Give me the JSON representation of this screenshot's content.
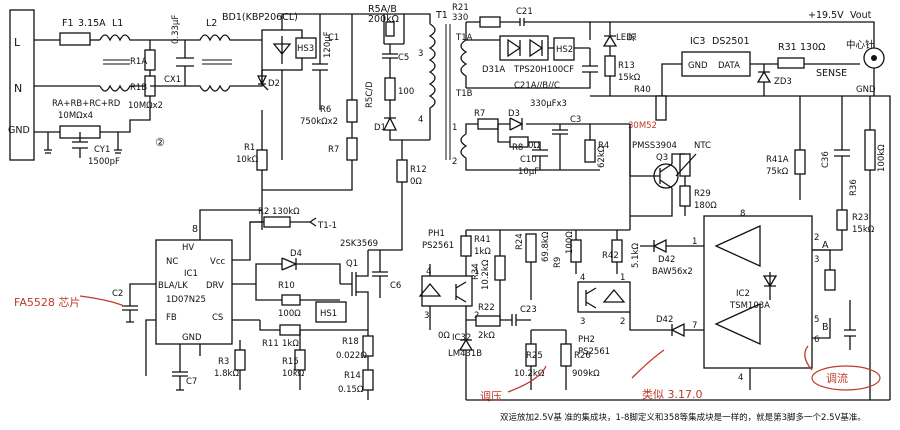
{
  "labels": {
    "L": "L",
    "N": "N",
    "GND_left": "GND",
    "F1": "F1",
    "F1_val": "3.15A",
    "L1": "L1",
    "L2": "L2",
    "R1A": "R1A",
    "R1B": "R1B",
    "R1AB_val": "10MΩx2",
    "CX1": "CX1",
    "CX1_val": "0.33μF",
    "RA_formula": "RA+RB+RC+RD",
    "RA_val": "10MΩx4",
    "CY1": "CY1",
    "CY1_val": "1500pF",
    "circle_num": "②",
    "BD1": "BD1(KBP206CL)",
    "D2": "D2",
    "R1": "R1",
    "R1_val": "10kΩ",
    "HS3": "HS3",
    "C1": "C1",
    "C1_val": "120μF",
    "R6": "R6",
    "R6_val": "750kΩx2",
    "R7": "R7",
    "R5AB": "R5A/B",
    "R5AB_val": "200kΩ",
    "C5": "C5",
    "R5CD": "R5C/D",
    "v100": "100",
    "D1": "D1",
    "R12": "R12",
    "R12_val": "0Ω",
    "R21": "R21",
    "R21_val": "330",
    "C21": "C21",
    "T1": "T1",
    "T1A": "T1A",
    "T1B": "T1B",
    "HS2": "HS2",
    "D31A": "D31A",
    "TPS": "TPS20H100CF",
    "C21ABC": "C21A//B//C",
    "cap330": "330μFx3",
    "LED": "LED",
    "LED_cn": "绿",
    "R13": "R13",
    "R13_val": "15kΩ",
    "IC3": "IC3",
    "DS2501": "DS2501",
    "GND_ic3": "GND",
    "DATA": "DATA",
    "v195": "+19.5V",
    "vout": "Vout",
    "center_pin": "中心针",
    "R31": "R31",
    "R31_val": "130Ω",
    "ZD3": "ZD3",
    "SENSE": "SENSE",
    "GND_right": "GND",
    "R40": "R40",
    "R40_hand": "30M52",
    "R7b": "R7",
    "D3": "D3",
    "C3": "C3",
    "R8": "R8",
    "R8_val": "0Ω",
    "C10": "C10",
    "C10_val": "10μF",
    "R4": "R4",
    "R4_val": "62kΩ",
    "PMSS3904": "PMSS3904",
    "NTC": "NTC",
    "Q3": "Q3",
    "R29": "R29",
    "R29_val": "180Ω",
    "R41A": "R41A",
    "R41A_val": "75kΩ",
    "C36": "C36",
    "R36": "R36",
    "R36_val": "100kΩ",
    "R23": "R23",
    "R23_val": "15kΩ",
    "HV": "HV",
    "NC": "NC",
    "IC1": "IC1",
    "Vcc": "Vcc",
    "BLALK": "BLA/LK",
    "DRV": "DRV",
    "ID07": "1D07N25",
    "FB": "FB",
    "CS": "CS",
    "GND_ic1": "GND",
    "p8": "8",
    "p1": "1",
    "p2": "2",
    "p3": "3",
    "p4": "4",
    "p5": "5",
    "p6": "6",
    "p7": "7",
    "R2": "R2",
    "R2_val": "130kΩ",
    "T1_1": "T1-1",
    "D4": "D4",
    "R10": "R10",
    "R10_val": "100Ω",
    "Q1": "Q1",
    "SK": "2SK3569",
    "C6": "C6",
    "HS1": "HS1",
    "R11": "R11",
    "R11_val": "1kΩ",
    "C2": "C2",
    "R3": "R3",
    "R3_val": "1.8kΩ",
    "R15": "R15",
    "R15_val": "10kΩ",
    "C7": "C7",
    "R18": "R18",
    "R18_val": "0.022Ω",
    "R14": "R14",
    "R14_val": "0.15Ω",
    "PH1": "PH1",
    "PS1": "PS2561",
    "R41": "R41",
    "R41_val": "1kΩ",
    "R24": "R24",
    "R24_val": "69.8kΩ",
    "R34": "R34",
    "R34_val": "10.2kΩ",
    "R22": "R22",
    "R22_val": "2kΩ",
    "C23": "C23",
    "IC32": "IC32",
    "LM431B": "LM431B",
    "R25": "R25",
    "R25_val": "10.2kΩ",
    "R26": "R26",
    "R26_val": "909kΩ",
    "R9": "R9",
    "R9_val": "100Ω",
    "R42": "R42",
    "R42_val": "5.1kΩ",
    "PH2": "PH2",
    "PS2": "PS2561",
    "D42": "D42",
    "BAW": "BAW56x2",
    "IC2": "IC2",
    "TSM": "TSM103A",
    "A": "A",
    "B": "B",
    "D42b": "D42",
    "hand_left": "FA5528 芯片",
    "hand_mid": "调压",
    "hand_lm": "类似 3.17.0",
    "hand_right": "调流",
    "footnote": "双运放加2.5V基 准的集成块，1-8脚定义和358等集成块是一样的，就是第3脚多一个2.5V基准。"
  }
}
